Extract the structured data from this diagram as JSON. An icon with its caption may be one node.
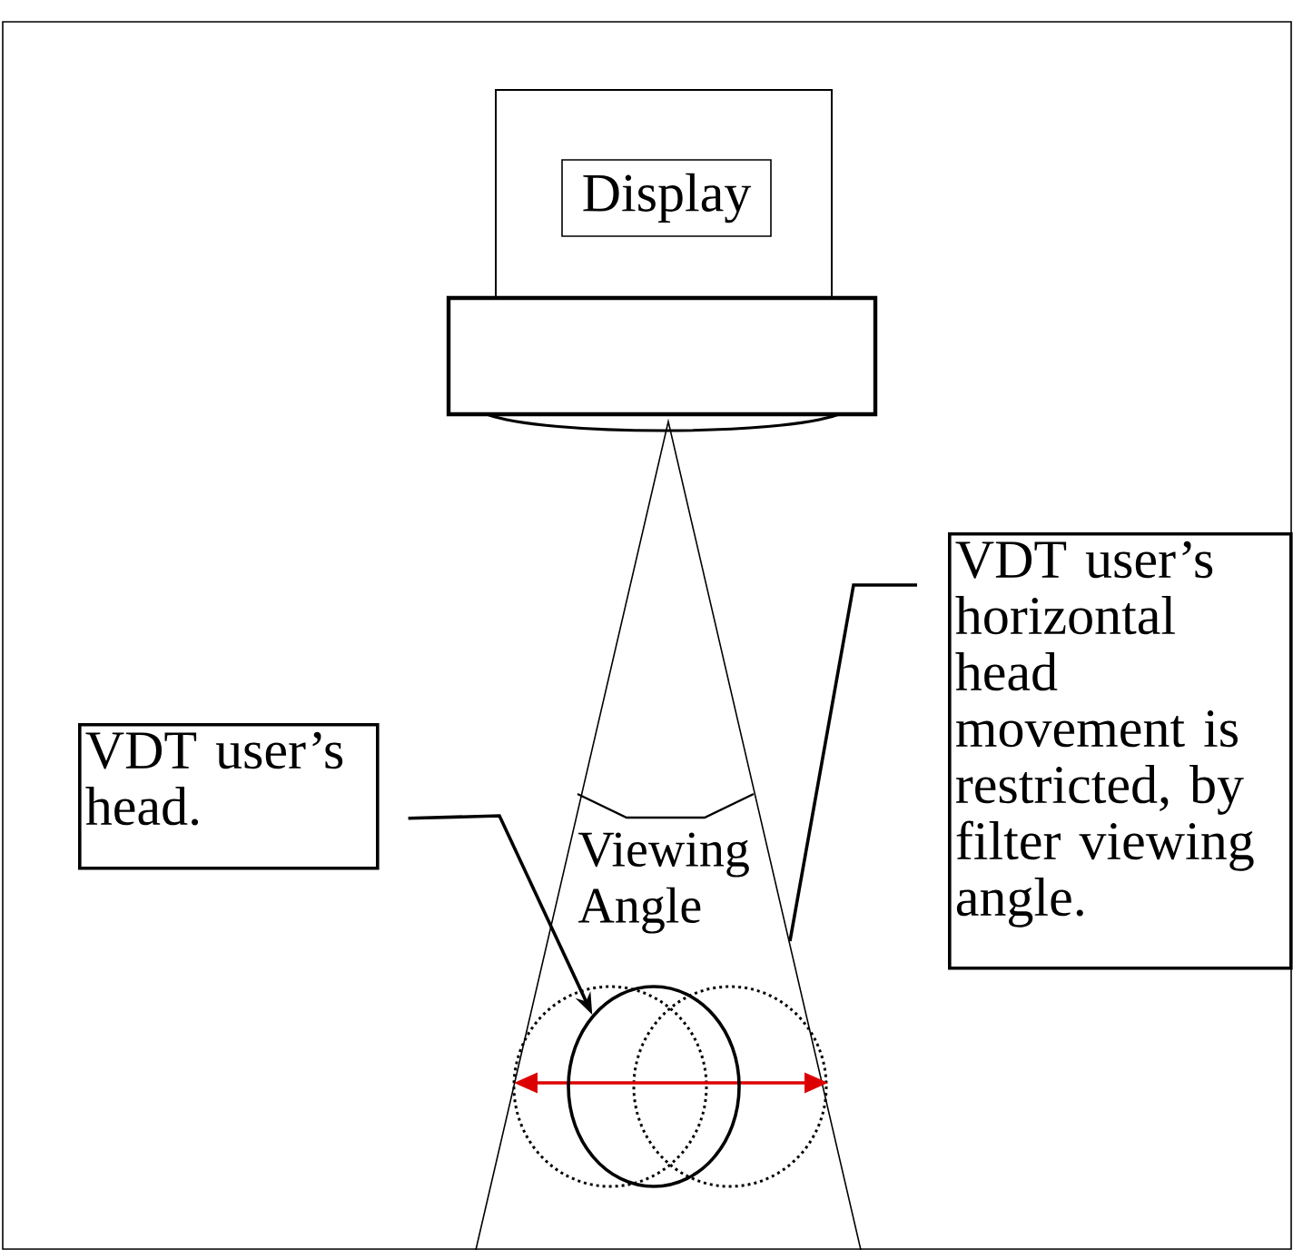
{
  "diagram": {
    "nodes": [
      {
        "text": [],
        "shape": "box"
      },
      {
        "text": [
          "Display"
        ],
        "in": 0
      },
      {
        "text": [],
        "shape": "box"
      },
      {
        "text": [
          "VDT user’s head."
        ]
      },
      {
        "text": [],
        "shape": "circle"
      },
      {
        "text": [
          "VDT user’s horizontal head movement is restricted, by filter viewing angle."
        ]
      }
    ],
    "edges": [
      {
        "from": 3,
        "to": 4,
        "arrow": "to"
      },
      {
        "from": 5,
        "to": null,
        "arrow": "none"
      }
    ],
    "labels": [
      "Viewing Angle"
    ]
  }
}
